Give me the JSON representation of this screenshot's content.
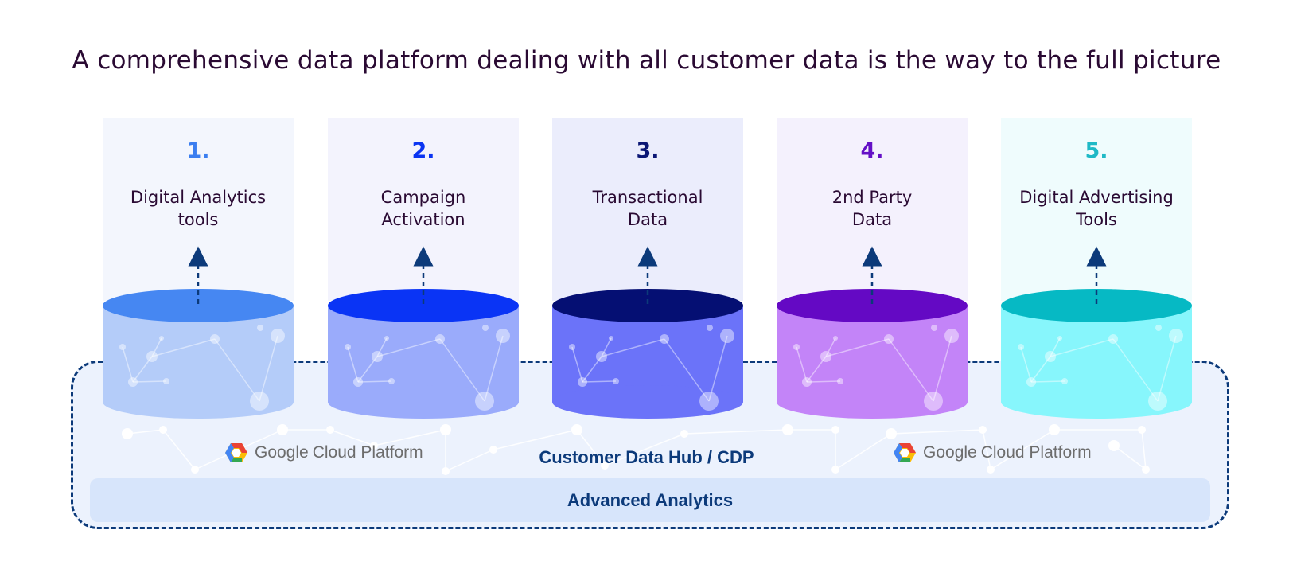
{
  "title": "A comprehensive data platform dealing with all customer data is the way to the full picture",
  "sources": [
    {
      "number": "1.",
      "label_line1": "Digital Analytics",
      "label_line2": "tools",
      "accent": "#3b7ef0",
      "top": "#4687f2",
      "body": "#b4ccf9",
      "panel": "#f3f6fd"
    },
    {
      "number": "2.",
      "label_line1": "Campaign",
      "label_line2": "Activation",
      "accent": "#0a34f2",
      "top": "#0a34f5",
      "body": "#9aabfb",
      "panel": "#f3f3fd"
    },
    {
      "number": "3.",
      "label_line1": "Transactional",
      "label_line2": "Data",
      "accent": "#0b1775",
      "top": "#050f73",
      "body": "#6b73f9",
      "panel": "#ebedfc"
    },
    {
      "number": "4.",
      "label_line1": "2nd Party",
      "label_line2": "Data",
      "accent": "#6410c6",
      "top": "#6409c4",
      "body": "#c384f8",
      "panel": "#f4f1fd"
    },
    {
      "number": "5.",
      "label_line1": "Digital Advertising",
      "label_line2": "Tools",
      "accent": "#1fb9c6",
      "top": "#06b9c4",
      "body": "#87f6fc",
      "panel": "#effcfd"
    }
  ],
  "hub": {
    "label": "Customer Data Hub / CDP",
    "border_color": "#0c3a7a"
  },
  "analytics": {
    "label": "Advanced Analytics"
  },
  "gcp_logo": {
    "word1": "Google",
    "word2": "Cloud Platform"
  }
}
